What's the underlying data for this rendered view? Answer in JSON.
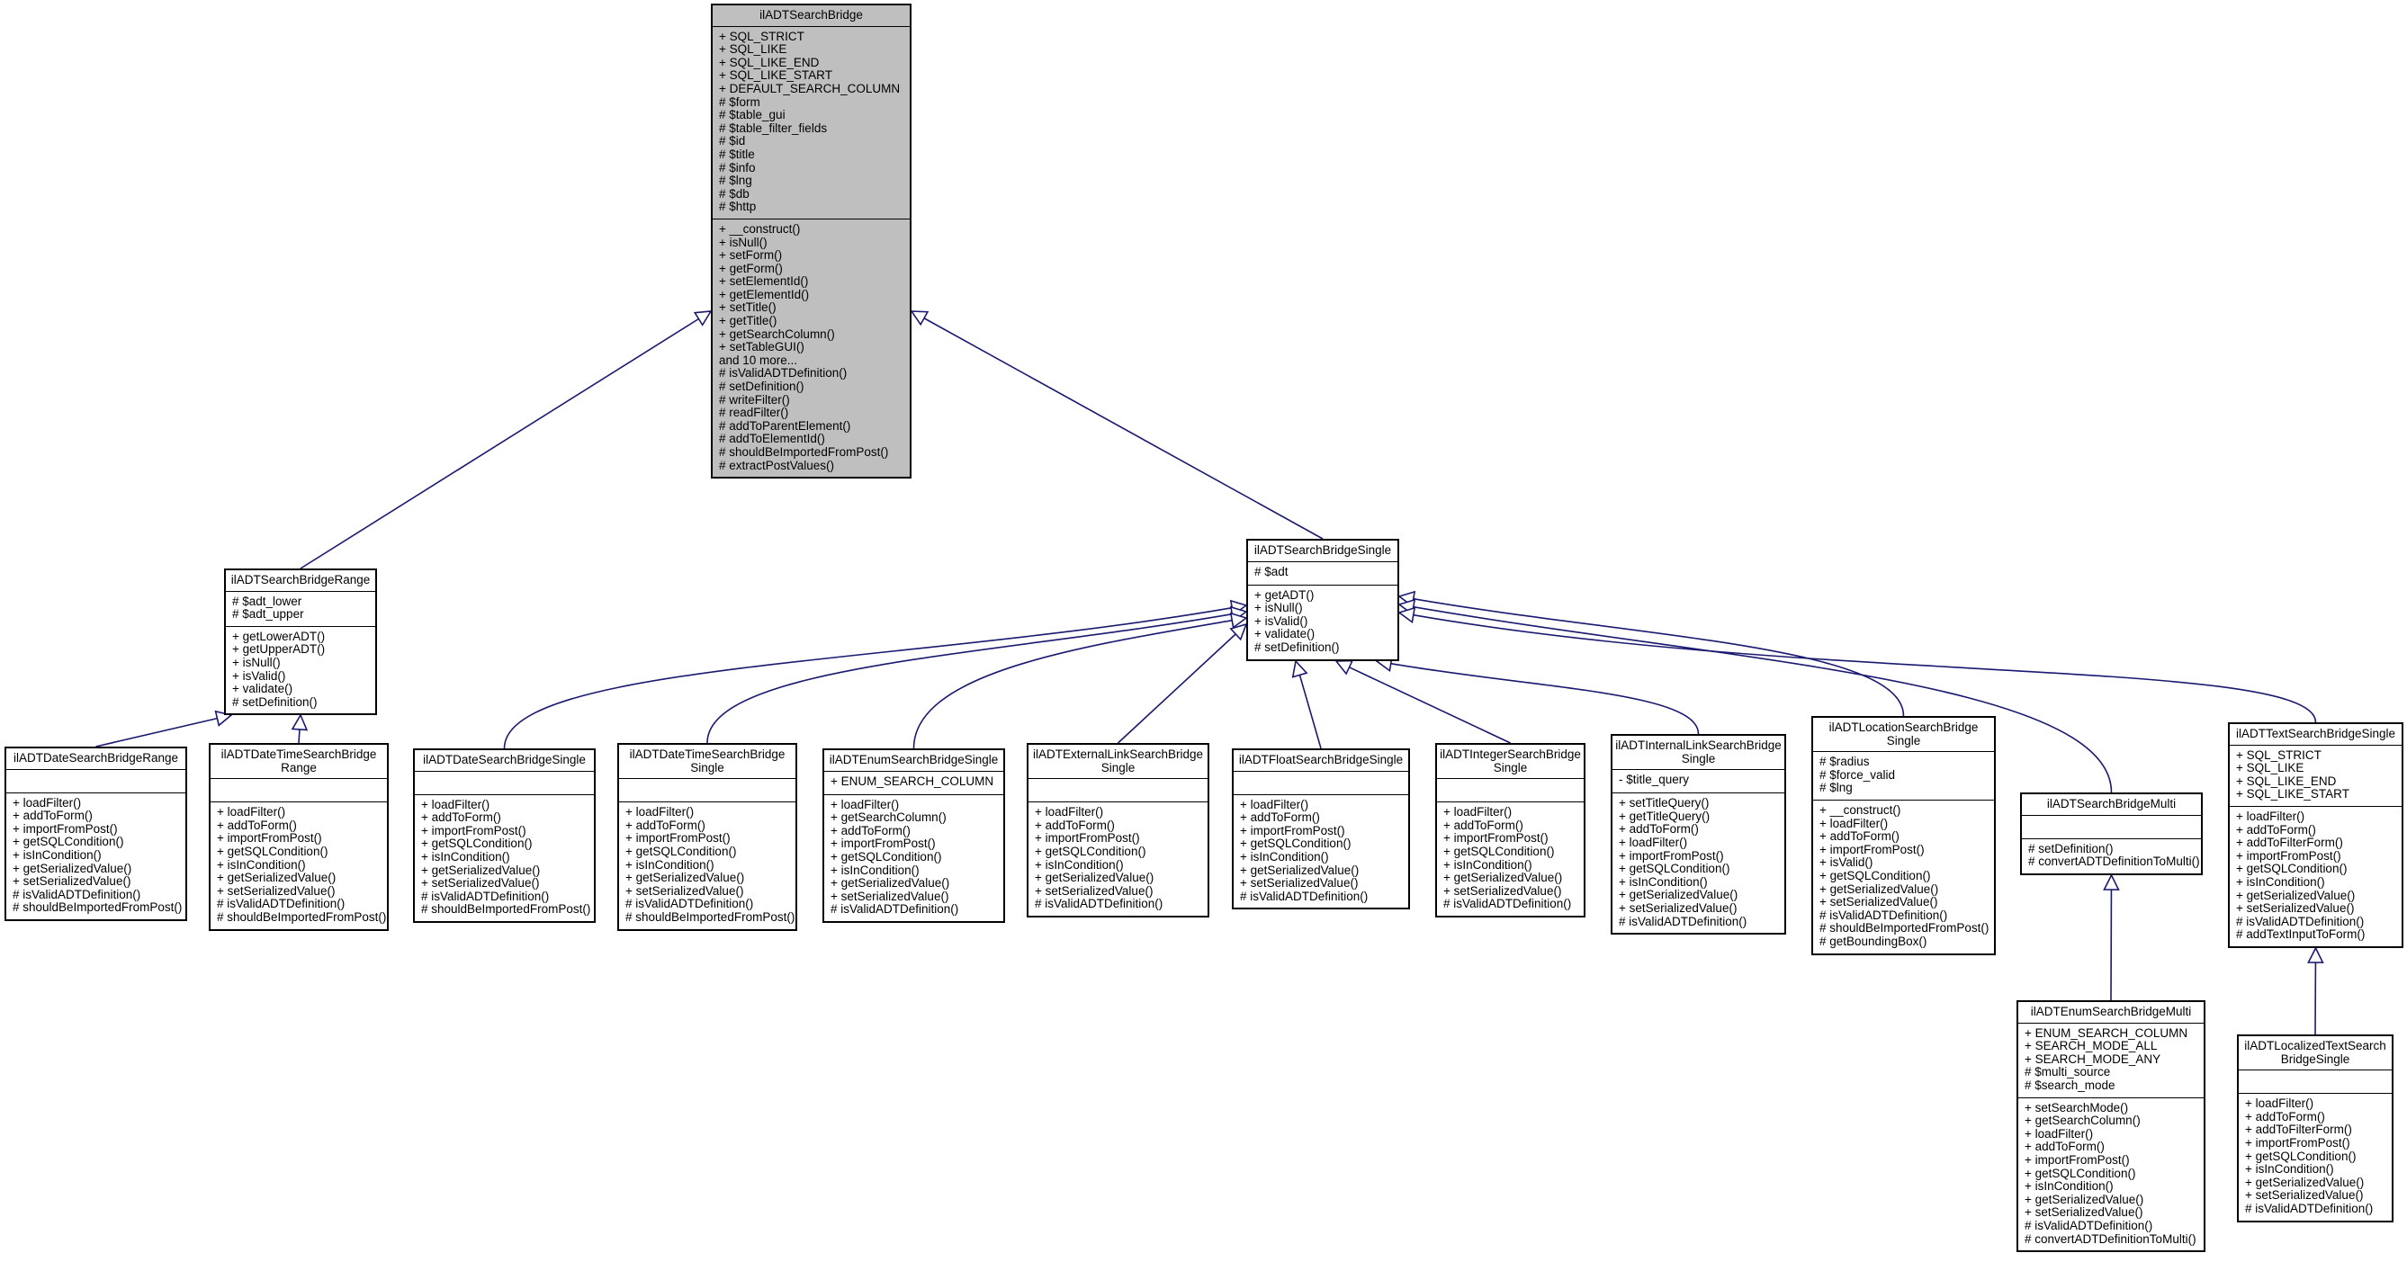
{
  "nodes": [
    {
      "id": "root",
      "title": "ilADTSearchBridge",
      "attributes": [
        "+ SQL_STRICT",
        "+ SQL_LIKE",
        "+ SQL_LIKE_END",
        "+ SQL_LIKE_START",
        "+ DEFAULT_SEARCH_COLUMN",
        "# $form",
        "# $table_gui",
        "# $table_filter_fields",
        "# $id",
        "# $title",
        "# $info",
        "# $lng",
        "# $db",
        "# $http"
      ],
      "methods": [
        "+ __construct()",
        "+ isNull()",
        "+ setForm()",
        "+ getForm()",
        "+ setElementId()",
        "+ getElementId()",
        "+ setTitle()",
        "+ getTitle()",
        "+ getSearchColumn()",
        "+ setTableGUI()",
        "and 10 more...",
        "# isValidADTDefinition()",
        "# setDefinition()",
        "# writeFilter()",
        "# readFilter()",
        "# addToParentElement()",
        "# addToElementId()",
        "# shouldBeImportedFromPost()",
        "# extractPostValues()"
      ]
    },
    {
      "id": "range",
      "title": "ilADTSearchBridgeRange",
      "attributes": [
        "# $adt_lower",
        "# $adt_upper"
      ],
      "methods": [
        "+ getLowerADT()",
        "+ getUpperADT()",
        "+ isNull()",
        "+ isValid()",
        "+ validate()",
        "# setDefinition()"
      ]
    },
    {
      "id": "single",
      "title": "ilADTSearchBridgeSingle",
      "attributes": [
        "# $adt"
      ],
      "methods": [
        "+ getADT()",
        "+ isNull()",
        "+ isValid()",
        "+ validate()",
        "# setDefinition()"
      ]
    },
    {
      "id": "dateRange",
      "title": "ilADTDateSearchBridgeRange",
      "attributes": [],
      "methods": [
        "+ loadFilter()",
        "+ addToForm()",
        "+ importFromPost()",
        "+ getSQLCondition()",
        "+ isInCondition()",
        "+ getSerializedValue()",
        "+ setSerializedValue()",
        "# isValidADTDefinition()",
        "# shouldBeImportedFromPost()"
      ]
    },
    {
      "id": "dateTimeRange",
      "title": "ilADTDateTimeSearchBridge\nRange",
      "attributes": [],
      "methods": [
        "+ loadFilter()",
        "+ addToForm()",
        "+ importFromPost()",
        "+ getSQLCondition()",
        "+ isInCondition()",
        "+ getSerializedValue()",
        "+ setSerializedValue()",
        "# isValidADTDefinition()",
        "# shouldBeImportedFromPost()"
      ]
    },
    {
      "id": "dateSingle",
      "title": "ilADTDateSearchBridgeSingle",
      "attributes": [],
      "methods": [
        "+ loadFilter()",
        "+ addToForm()",
        "+ importFromPost()",
        "+ getSQLCondition()",
        "+ isInCondition()",
        "+ getSerializedValue()",
        "+ setSerializedValue()",
        "# isValidADTDefinition()",
        "# shouldBeImportedFromPost()"
      ]
    },
    {
      "id": "dateTimeSingle",
      "title": "ilADTDateTimeSearchBridge\nSingle",
      "attributes": [],
      "methods": [
        "+ loadFilter()",
        "+ addToForm()",
        "+ importFromPost()",
        "+ getSQLCondition()",
        "+ isInCondition()",
        "+ getSerializedValue()",
        "+ setSerializedValue()",
        "# isValidADTDefinition()",
        "# shouldBeImportedFromPost()"
      ]
    },
    {
      "id": "enumSingle",
      "title": "ilADTEnumSearchBridgeSingle",
      "attributes": [
        "+ ENUM_SEARCH_COLUMN"
      ],
      "methods": [
        "+ loadFilter()",
        "+ getSearchColumn()",
        "+ addToForm()",
        "+ importFromPost()",
        "+ getSQLCondition()",
        "+ isInCondition()",
        "+ getSerializedValue()",
        "+ setSerializedValue()",
        "# isValidADTDefinition()"
      ]
    },
    {
      "id": "extLinkSingle",
      "title": "ilADTExternalLinkSearchBridge\nSingle",
      "attributes": [],
      "methods": [
        "+ loadFilter()",
        "+ addToForm()",
        "+ importFromPost()",
        "+ getSQLCondition()",
        "+ isInCondition()",
        "+ getSerializedValue()",
        "+ setSerializedValue()",
        "# isValidADTDefinition()"
      ]
    },
    {
      "id": "floatSingle",
      "title": "ilADTFloatSearchBridgeSingle",
      "attributes": [],
      "methods": [
        "+ loadFilter()",
        "+ addToForm()",
        "+ importFromPost()",
        "+ getSQLCondition()",
        "+ isInCondition()",
        "+ getSerializedValue()",
        "+ setSerializedValue()",
        "# isValidADTDefinition()"
      ]
    },
    {
      "id": "intSingle",
      "title": "ilADTIntegerSearchBridge\nSingle",
      "attributes": [],
      "methods": [
        "+ loadFilter()",
        "+ addToForm()",
        "+ importFromPost()",
        "+ getSQLCondition()",
        "+ isInCondition()",
        "+ getSerializedValue()",
        "+ setSerializedValue()",
        "# isValidADTDefinition()"
      ]
    },
    {
      "id": "intLinkSingle",
      "title": "ilADTInternalLinkSearchBridge\nSingle",
      "attributes": [
        "- $title_query"
      ],
      "methods": [
        "+ setTitleQuery()",
        "+ getTitleQuery()",
        "+ addToForm()",
        "+ loadFilter()",
        "+ importFromPost()",
        "+ getSQLCondition()",
        "+ isInCondition()",
        "+ getSerializedValue()",
        "+ setSerializedValue()",
        "# isValidADTDefinition()"
      ]
    },
    {
      "id": "locationSingle",
      "title": "ilADTLocationSearchBridge\nSingle",
      "attributes": [
        "# $radius",
        "# $force_valid",
        "# $lng"
      ],
      "methods": [
        "+ __construct()",
        "+ loadFilter()",
        "+ addToForm()",
        "+ importFromPost()",
        "+ isValid()",
        "+ getSQLCondition()",
        "+ getSerializedValue()",
        "+ setSerializedValue()",
        "# isValidADTDefinition()",
        "# shouldBeImportedFromPost()",
        "# getBoundingBox()"
      ]
    },
    {
      "id": "multi",
      "title": "ilADTSearchBridgeMulti",
      "attributes": [],
      "methods": [
        "# setDefinition()",
        "# convertADTDefinitionToMulti()"
      ]
    },
    {
      "id": "textSingle",
      "title": "ilADTTextSearchBridgeSingle",
      "attributes": [
        "+ SQL_STRICT",
        "+ SQL_LIKE",
        "+ SQL_LIKE_END",
        "+ SQL_LIKE_START"
      ],
      "methods": [
        "+ loadFilter()",
        "+ addToForm()",
        "+ addToFilterForm()",
        "+ importFromPost()",
        "+ getSQLCondition()",
        "+ isInCondition()",
        "+ getSerializedValue()",
        "+ setSerializedValue()",
        "# isValidADTDefinition()",
        "# addTextInputToForm()"
      ]
    },
    {
      "id": "enumMulti",
      "title": "ilADTEnumSearchBridgeMulti",
      "attributes": [
        "+ ENUM_SEARCH_COLUMN",
        "+ SEARCH_MODE_ALL",
        "+ SEARCH_MODE_ANY",
        "# $multi_source",
        "# $search_mode"
      ],
      "methods": [
        "+ setSearchMode()",
        "+ getSearchColumn()",
        "+ loadFilter()",
        "+ addToForm()",
        "+ importFromPost()",
        "+ getSQLCondition()",
        "+ isInCondition()",
        "+ getSerializedValue()",
        "+ setSerializedValue()",
        "# isValidADTDefinition()",
        "# convertADTDefinitionToMulti()"
      ]
    },
    {
      "id": "localizedText",
      "title": "ilADTLocalizedTextSearch\nBridgeSingle",
      "attributes": [],
      "methods": [
        "+ loadFilter()",
        "+ addToForm()",
        "+ addToFilterForm()",
        "+ importFromPost()",
        "+ getSQLCondition()",
        "+ isInCondition()",
        "+ getSerializedValue()",
        "+ setSerializedValue()",
        "# isValidADTDefinition()"
      ]
    }
  ],
  "edges": [
    {
      "from": "range",
      "to": "root"
    },
    {
      "from": "single",
      "to": "root"
    },
    {
      "from": "dateRange",
      "to": "range"
    },
    {
      "from": "dateTimeRange",
      "to": "range"
    },
    {
      "from": "dateSingle",
      "to": "single"
    },
    {
      "from": "dateTimeSingle",
      "to": "single"
    },
    {
      "from": "enumSingle",
      "to": "single"
    },
    {
      "from": "extLinkSingle",
      "to": "single"
    },
    {
      "from": "floatSingle",
      "to": "single"
    },
    {
      "from": "intSingle",
      "to": "single"
    },
    {
      "from": "intLinkSingle",
      "to": "single"
    },
    {
      "from": "locationSingle",
      "to": "single"
    },
    {
      "from": "multi",
      "to": "single"
    },
    {
      "from": "textSingle",
      "to": "single"
    },
    {
      "from": "enumMulti",
      "to": "multi"
    },
    {
      "from": "localizedText",
      "to": "textSingle"
    }
  ],
  "colors": {
    "edge": "#191970",
    "root_fill": "#bfbfbf",
    "node_fill": "#ffffff",
    "border": "#000000"
  }
}
